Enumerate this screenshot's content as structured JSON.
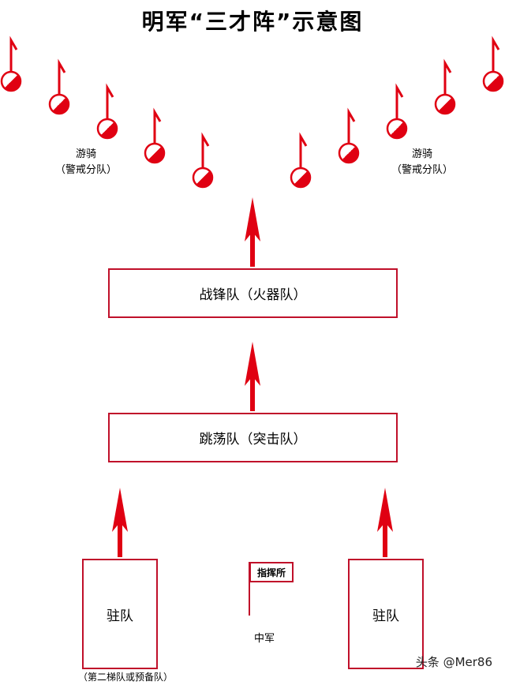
{
  "title": "明军“三才阵”示意图",
  "scouts": {
    "left": {
      "name": "游骑",
      "sub": "（警戒分队）"
    },
    "right": {
      "name": "游骑",
      "sub": "（警戒分队）"
    }
  },
  "boxes": {
    "vanguard": "战锋队（火器队）",
    "assault": "跳荡队（突击队）",
    "garrison_left": "驻队",
    "garrison_right": "驻队"
  },
  "command": {
    "post": "指挥所",
    "center": "中军"
  },
  "reserve_note": "（第二梯队或预备队）",
  "watermark": "头条 @Mer86",
  "colors": {
    "red": "#e00012",
    "border": "#c0102a"
  }
}
